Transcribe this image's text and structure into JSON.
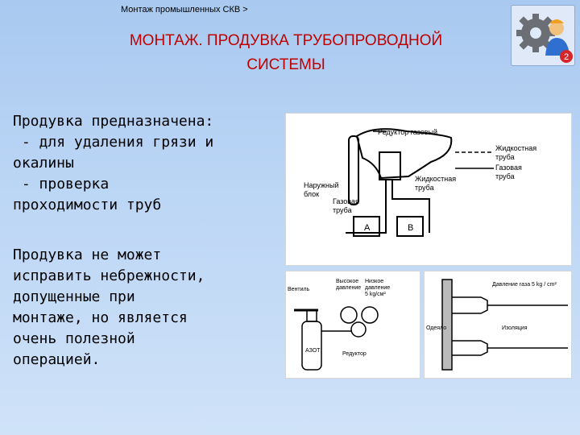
{
  "header": {
    "breadcrumb": "Монтаж промышленных СКВ >",
    "title_line1": "МОНТАЖ. ПРОДУВКА ТРУБОПРОВОДНОЙ",
    "title_line2": "СИСТЕМЫ"
  },
  "logo": {
    "icon": "gear-worker-icon",
    "badge": "2",
    "badge_color": "#d6262a",
    "gear_color": "#6b6f75"
  },
  "body": {
    "para1": [
      "Продувка предназначена:",
      " - для удаления грязи и",
      "окалины",
      " - проверка",
      "проходимости труб"
    ],
    "para2": [
      "Продувка не может",
      "исправить небрежности,",
      "допущенные при",
      "монтаже, но является",
      "очень полезной",
      "операцией."
    ]
  },
  "diagram_main": {
    "reducer": "Редуктор газовый",
    "outdoor_unit": [
      "Наружный",
      "блок"
    ],
    "gas_pipe_left": [
      "Газовая",
      "труба"
    ],
    "liquid_pipe_mid": [
      "Жидкостная",
      "труба"
    ],
    "liquid_pipe_right": [
      "Жидкостная",
      "труба"
    ],
    "gas_pipe_right": [
      "Газовая",
      "труба"
    ],
    "unit_a": "A",
    "unit_b": "B"
  },
  "diagram_gauges": {
    "valve": "Вентиль",
    "high_pressure": [
      "Высокое",
      "давление"
    ],
    "low_pressure": [
      "Низкое",
      "давление"
    ],
    "low_value": "5 kg/см²",
    "cylinder": "АЗОТ",
    "reducer": "Редуктор"
  },
  "diagram_pipe": {
    "pressure": "Давление газа  5 kg / cm²",
    "hand": "Одеяло",
    "insulation": "Изоляция"
  }
}
